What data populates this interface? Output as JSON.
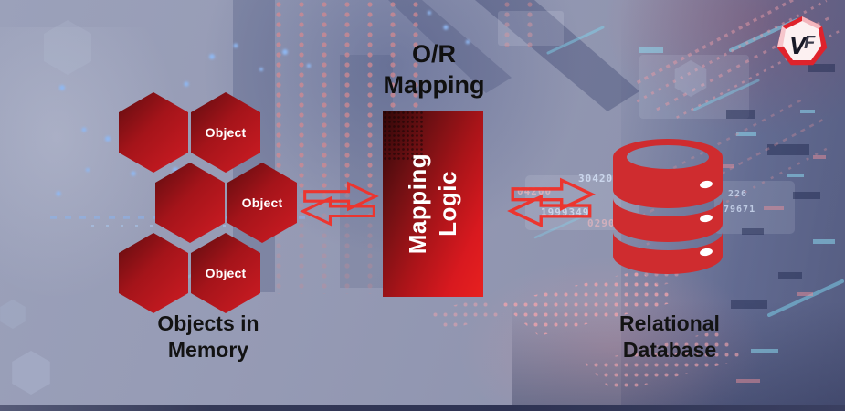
{
  "title": {
    "line1": "O/R",
    "line2": "Mapping"
  },
  "mapping_box": {
    "line1": "Mapping",
    "line2": "Logic"
  },
  "hexagons": [
    {
      "label": ""
    },
    {
      "label": "Object"
    },
    {
      "label": ""
    },
    {
      "label": "Object"
    },
    {
      "label": ""
    },
    {
      "label": "Object"
    }
  ],
  "captions": {
    "left": {
      "line1": "Objects in",
      "line2": "Memory"
    },
    "right": {
      "line1": "Relational",
      "line2": "Database"
    }
  },
  "logo": {
    "letter_v": "V",
    "letter_f": "F"
  },
  "colors": {
    "hex_gradient_dark": "#5e0c0f",
    "hex_gradient_bright": "#cf1c23",
    "box_red_bright": "#e8211f",
    "arrow_red": "#ec352f",
    "database_red": "#cf2c2f",
    "caption_text": "#131313",
    "hex_label_text": "#ffffff",
    "background_base": "#9ba1ba"
  },
  "background_digits": [
    "30420",
    "04200",
    "1999349",
    "0290",
    "226",
    "79671"
  ]
}
